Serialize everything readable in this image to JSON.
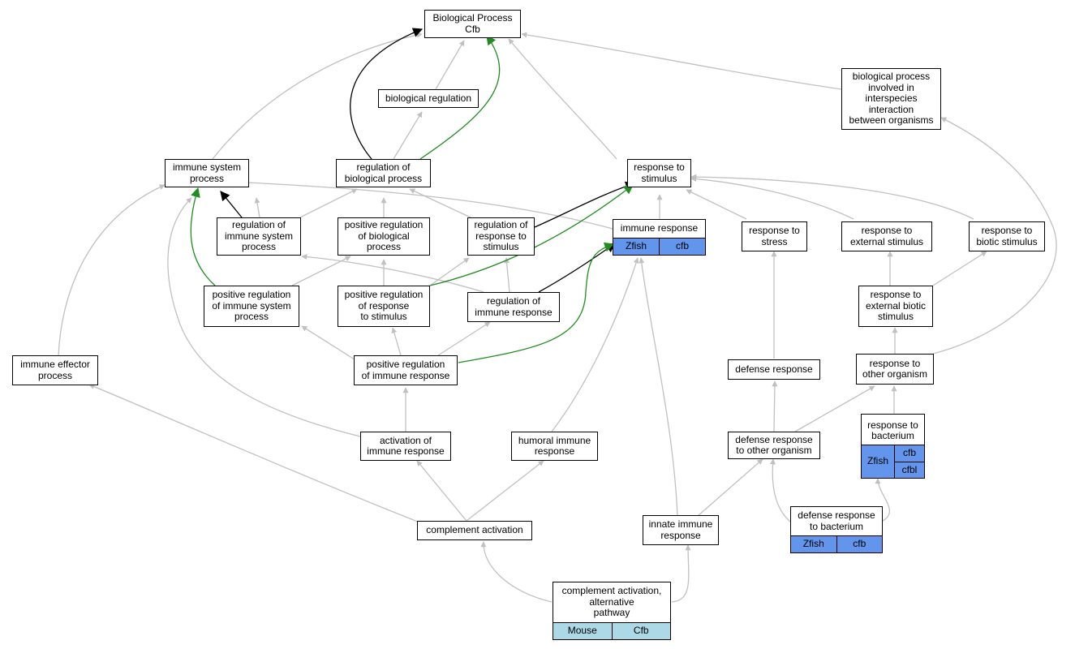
{
  "nodes": {
    "bp": {
      "lines": [
        "Biological Process",
        "Cfb"
      ]
    },
    "biological_regulation": {
      "lines": [
        "biological regulation"
      ]
    },
    "bp_interspecies": {
      "lines": [
        "biological process",
        "involved in",
        "interspecies",
        "interaction",
        "between organisms"
      ]
    },
    "immune_system_process": {
      "lines": [
        "immune system",
        "process"
      ]
    },
    "regulation_bp": {
      "lines": [
        "regulation of",
        "biological process"
      ]
    },
    "response_to_stimulus": {
      "lines": [
        "response to",
        "stimulus"
      ]
    },
    "regulation_immune_system_process": {
      "lines": [
        "regulation of",
        "immune system",
        "process"
      ]
    },
    "positive_regulation_bp": {
      "lines": [
        "positive regulation",
        "of biological",
        "process"
      ]
    },
    "regulation_response_stimulus": {
      "lines": [
        "regulation of",
        "response to",
        "stimulus"
      ]
    },
    "immune_response": {
      "lines": [
        "immune response"
      ],
      "cells": [
        "Zfish",
        "cfb"
      ]
    },
    "response_to_stress": {
      "lines": [
        "response to",
        "stress"
      ]
    },
    "response_external_stimulus": {
      "lines": [
        "response to",
        "external stimulus"
      ]
    },
    "response_biotic_stimulus": {
      "lines": [
        "response to",
        "biotic stimulus"
      ]
    },
    "positive_regulation_immune_system_process": {
      "lines": [
        "positive regulation",
        "of immune system",
        "process"
      ]
    },
    "positive_regulation_response_stimulus": {
      "lines": [
        "positive regulation",
        "of response",
        "to stimulus"
      ]
    },
    "regulation_immune_response": {
      "lines": [
        "regulation of",
        "immune response"
      ]
    },
    "response_external_biotic_stimulus": {
      "lines": [
        "response to",
        "external biotic",
        "stimulus"
      ]
    },
    "immune_effector_process": {
      "lines": [
        "immune effector",
        "process"
      ]
    },
    "positive_regulation_immune_response": {
      "lines": [
        "positive regulation",
        "of immune response"
      ]
    },
    "defense_response": {
      "lines": [
        "defense response"
      ]
    },
    "response_other_organism": {
      "lines": [
        "response to",
        "other organism"
      ]
    },
    "activation_immune_response": {
      "lines": [
        "activation of",
        "immune response"
      ]
    },
    "humoral_immune_response": {
      "lines": [
        "humoral immune",
        "response"
      ]
    },
    "defense_response_other_organism": {
      "lines": [
        "defense response",
        "to other organism"
      ]
    },
    "response_to_bacterium": {
      "lines": [
        "response to",
        "bacterium"
      ],
      "species": "Zfish",
      "genes": [
        "cfb",
        "cfbl"
      ]
    },
    "complement_activation": {
      "lines": [
        "complement activation"
      ]
    },
    "innate_immune_response": {
      "lines": [
        "innate immune",
        "response"
      ]
    },
    "defense_response_bacterium": {
      "lines": [
        "defense response",
        "to bacterium"
      ],
      "cells": [
        "Zfish",
        "cfb"
      ]
    },
    "complement_activation_alternative": {
      "lines": [
        "complement activation,",
        "alternative",
        "pathway"
      ],
      "cells": [
        "Mouse",
        "Cfb"
      ]
    }
  },
  "colors": {
    "edge_default": "#c0c0c0",
    "edge_regulates": "#000000",
    "edge_positively_regulates": "#228b22",
    "zfish_cell": "#6495ed",
    "mouse_cell": "#add8e6"
  }
}
